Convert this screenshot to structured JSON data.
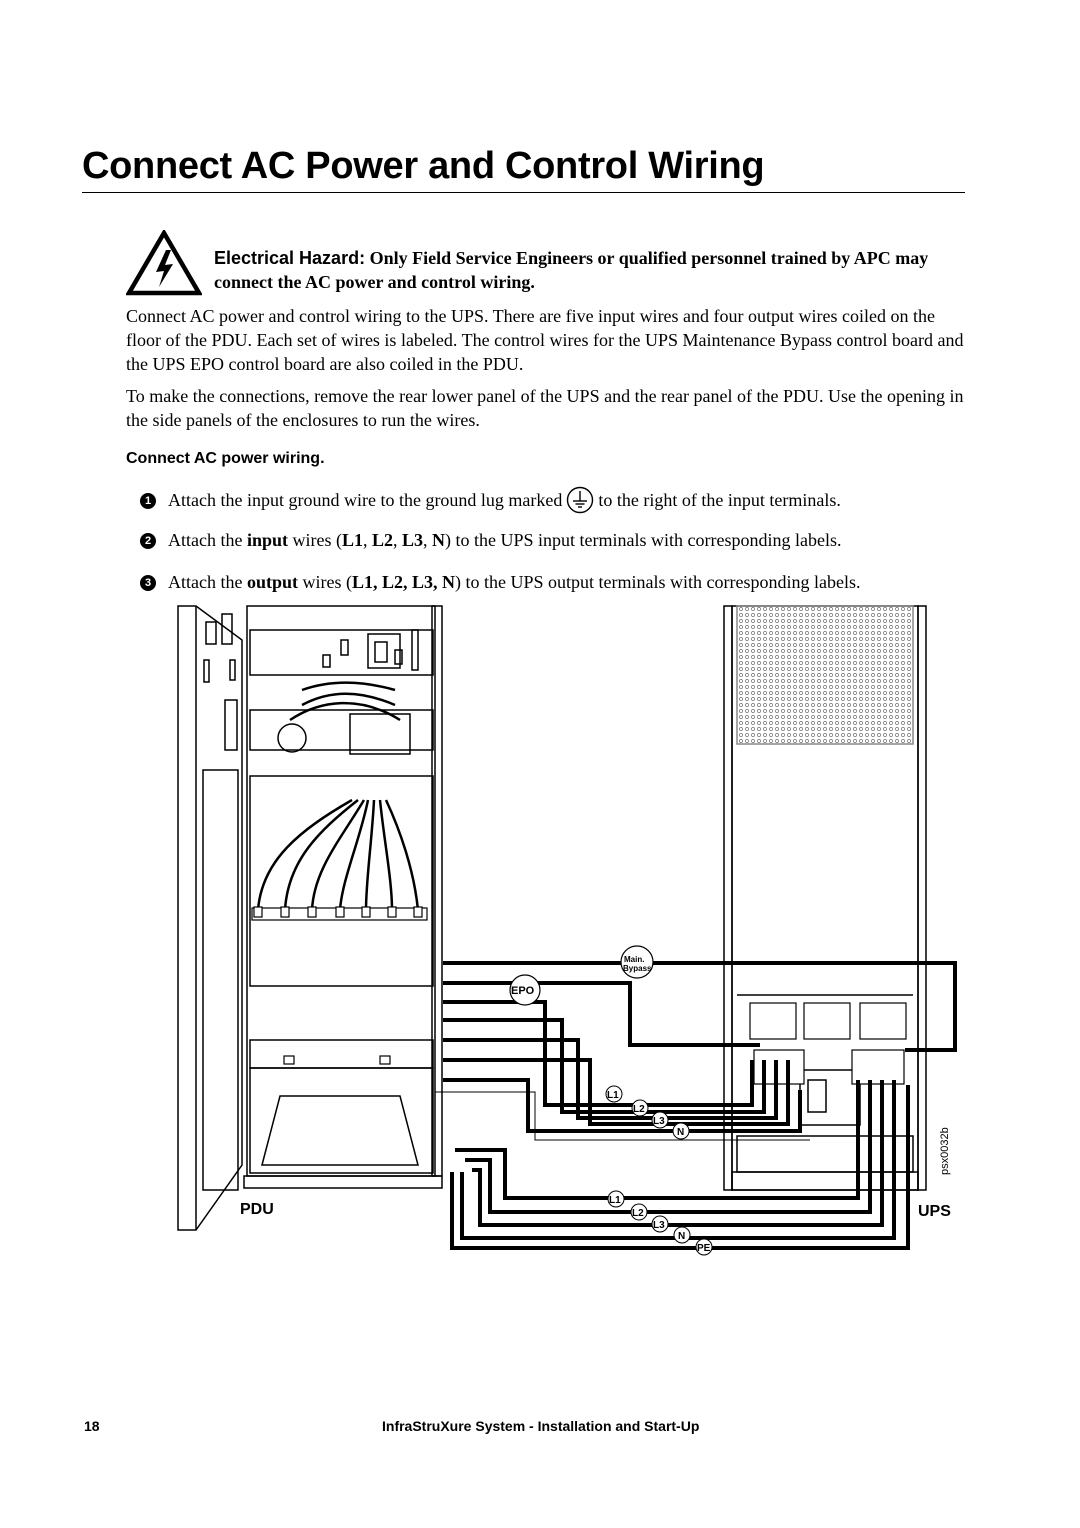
{
  "page": {
    "title": "Connect AC Power and Control Wiring",
    "hazard": {
      "label": "Electrical Hazard:",
      "text": "Only Field Service Engineers or qualified personnel trained by APC may connect the AC power and control wiring.",
      "icon": "electrical-hazard-icon"
    },
    "paragraphs": [
      "Connect AC power and control wiring to the UPS. There are five input wires and four output wires coiled on the floor of the PDU. Each set of wires is labeled. The control wires for the UPS Maintenance Bypass control board and the UPS EPO control board are also coiled in the PDU.",
      "To make the connections, remove the rear lower panel of the UPS and the rear panel of the PDU. Use the opening in the side panels of the enclosures to run the wires."
    ],
    "subheading": "Connect AC power wiring.",
    "steps": [
      {
        "num": "1",
        "a": "Attach the input ground wire to the ground lug marked",
        "b": "to the right of the input terminals.",
        "icon": "ground-symbol-icon"
      },
      {
        "num": "2",
        "a": "Attach the ",
        "b1": "input",
        "c": " wires (",
        "d1": "L1",
        "e": ", ",
        "d2": "L2",
        "f": ", ",
        "d3": "L3",
        "g": ", ",
        "d4": "N",
        "h": ") to the UPS input terminals with corresponding labels."
      },
      {
        "num": "3",
        "a": "Attach the ",
        "b1": "output",
        "c": " wires (",
        "d1": "L1, L2, L3, N",
        "h": ") to the UPS output terminals with corresponding labels."
      }
    ],
    "diagram": {
      "pdu_label": "PDU",
      "ups_label": "UPS",
      "figure_id": "psx0032b",
      "main_bypass_1": "Main.",
      "main_bypass_2": "Bypass",
      "epo": "EPO",
      "input_labels": [
        "L1",
        "L2",
        "L3",
        "N"
      ],
      "output_labels": [
        "L1",
        "L2",
        "L3",
        "N",
        "PE"
      ]
    },
    "footer": {
      "page_number": "18",
      "doc_title": "InfraStruXure System - Installation and Start-Up"
    }
  }
}
